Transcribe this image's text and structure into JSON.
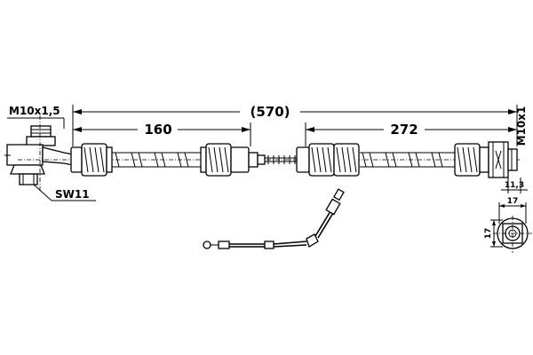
{
  "diagram": {
    "dimensions": {
      "overall": "(570)",
      "left_segment": "160",
      "right_segment": "272",
      "fitting_height": "11,3",
      "nut_width_top": "17",
      "nut_width_side": "17"
    },
    "threads": {
      "left": "M10x1,5",
      "right": "M10x1"
    },
    "wrench_size": "SW11"
  }
}
